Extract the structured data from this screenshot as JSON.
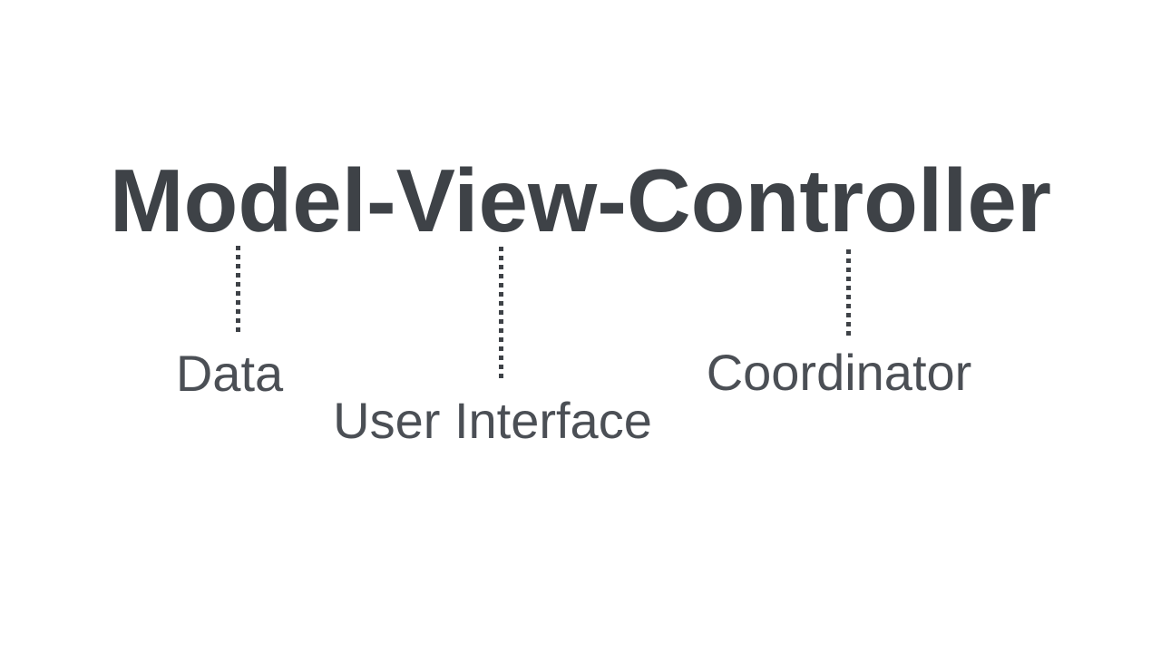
{
  "slide": {
    "title": "Model-View-Controller",
    "annotations": [
      {
        "term": "Model",
        "label": "Data"
      },
      {
        "term": "View",
        "label": "User Interface"
      },
      {
        "term": "Controller",
        "label": "Coordinator"
      }
    ],
    "colors": {
      "background": "#ffffff",
      "title_text": "#3e4247",
      "label_text": "#4b4f55",
      "connector_dots": "#3e4247"
    }
  }
}
